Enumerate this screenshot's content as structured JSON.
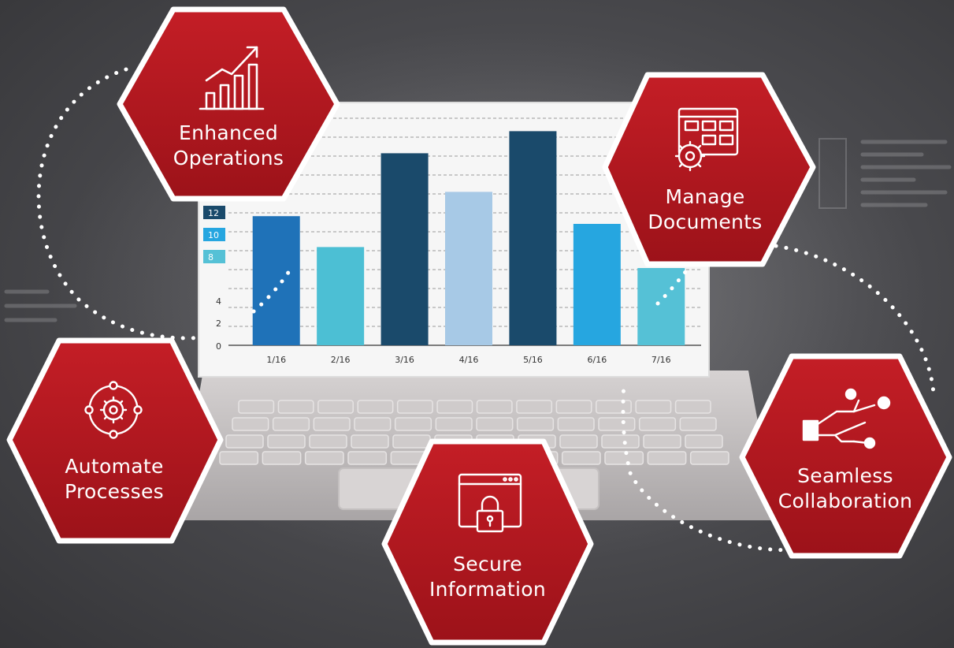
{
  "features": [
    {
      "id": "enhanced-operations",
      "icon": "growth-chart-icon",
      "line1": "Enhanced",
      "line2": "Operations"
    },
    {
      "id": "manage-documents",
      "icon": "document-gear-icon",
      "line1": "Manage",
      "line2": "Documents"
    },
    {
      "id": "automate-processes",
      "icon": "gear-cycle-icon",
      "line1": "Automate",
      "line2": "Processes"
    },
    {
      "id": "secure-information",
      "icon": "padlock-window-icon",
      "line1": "Secure",
      "line2": "Information"
    },
    {
      "id": "seamless-collaboration",
      "icon": "hand-network-icon",
      "line1": "Seamless",
      "line2": "Collaboration"
    }
  ],
  "colors": {
    "hex_fill": "#b3161f",
    "hex_border": "#ffffff",
    "bar_colors": [
      "#1f72b8",
      "#4cbfd4",
      "#1a4a6b",
      "#a7c9e6",
      "#1a4a6b",
      "#26a6e0",
      "#55c1d6"
    ]
  },
  "chart_data": {
    "type": "bar",
    "categories": [
      "1/16",
      "2/16",
      "3/16",
      "4/16",
      "5/16",
      "6/16",
      "7/16"
    ],
    "values": [
      11.7,
      8.9,
      17.4,
      13.9,
      19.4,
      11,
      7
    ],
    "y_ticks": [
      0,
      2,
      4,
      8,
      10,
      12
    ],
    "highlighted_ticks": [
      8,
      10,
      12
    ],
    "ylim": [
      0,
      20
    ],
    "grid": true,
    "title": "",
    "xlabel": "",
    "ylabel": ""
  }
}
